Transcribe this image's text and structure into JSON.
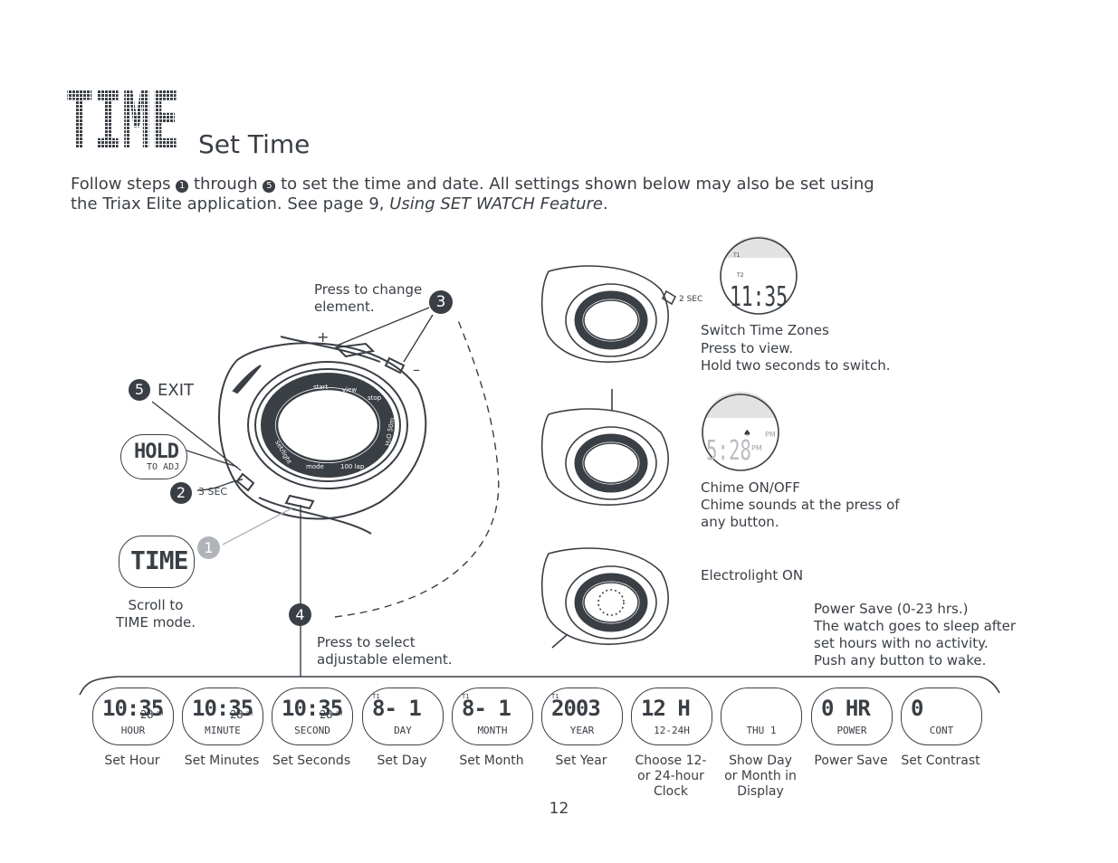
{
  "header": {
    "big_title": "TIME",
    "title": "Set Time"
  },
  "intro": {
    "line1_a": "Follow steps ",
    "badge_1": "1",
    "line1_b": " through ",
    "badge_5": "5",
    "line1_c": " to set the time and date. All settings shown below may also be set using",
    "line2_a": "the Triax Elite application. See page 9, ",
    "line2_italic": "Using SET WATCH Feature",
    "line2_b": "."
  },
  "diagram": {
    "press_change": "Press to change\nelement.",
    "step3": "3",
    "step5": "5",
    "exit_label": "EXIT",
    "hold_lcd_main": "HOLD",
    "hold_lcd_sub": "TO ADJ",
    "step2": "2",
    "three_sec": "3 SEC",
    "time_lcd": "TIME",
    "step1": "1",
    "scroll_to": "Scroll to\nTIME mode.",
    "step4": "4",
    "press_select": "Press to select\nadjustable element.",
    "plus_sign": "+",
    "minus_sign": "–",
    "bezel_labels": [
      "start",
      "view",
      "stop",
      "H₂O 50m",
      "100 lap",
      "mode",
      "set/light"
    ]
  },
  "right_panel": {
    "two_sec": "2 SEC",
    "switch_title": "Switch Time Zones",
    "switch_body": "Press to view.\nHold two seconds to switch.",
    "tz_t1": "T1",
    "tz_t2": "T2",
    "tz_time": "11:35",
    "chime_title": "Chime ON/OFF",
    "chime_body": "Chime sounds at the press of\nany button.",
    "chime_digits": "5:28",
    "chime_pm": "PM",
    "electro_title": "Electrolight ON",
    "power_title": "Power Save",
    "power_range": " (0-23 hrs.)",
    "power_body": "The watch goes to sleep after\nset hours with no activity.\nPush any button to wake."
  },
  "settings": [
    {
      "main": "10:35",
      "extra": "28",
      "pm": "PM",
      "sub": "HOUR",
      "caption": "Set Hour"
    },
    {
      "main": "10:35",
      "extra": "28",
      "pm": "PM",
      "sub": "MINUTE",
      "caption": "Set Minutes"
    },
    {
      "main": "10:35",
      "extra": "28",
      "pm": "PM",
      "sub": "SECOND",
      "caption": "Set Seconds"
    },
    {
      "main": "8-  1",
      "tag": "T1",
      "sub": "DAY",
      "caption": "Set Day"
    },
    {
      "main": "8-  1",
      "tag": "T1",
      "sub": "MONTH",
      "caption": "Set Month"
    },
    {
      "main": "2003",
      "tag": "T1",
      "sub": "YEAR",
      "caption": "Set Year"
    },
    {
      "main": "12 H",
      "sub": "12-24H",
      "caption": "Choose 12-\nor 24-hour\nClock"
    },
    {
      "main": "",
      "sub": "THU   1",
      "caption": "Show Day\nor Month in\nDisplay"
    },
    {
      "main": "0 HR",
      "sub": "POWER",
      "caption": "Power Save"
    },
    {
      "main": "0",
      "sub": "CONT",
      "caption": "Set Contrast"
    }
  ],
  "page_number": "12"
}
